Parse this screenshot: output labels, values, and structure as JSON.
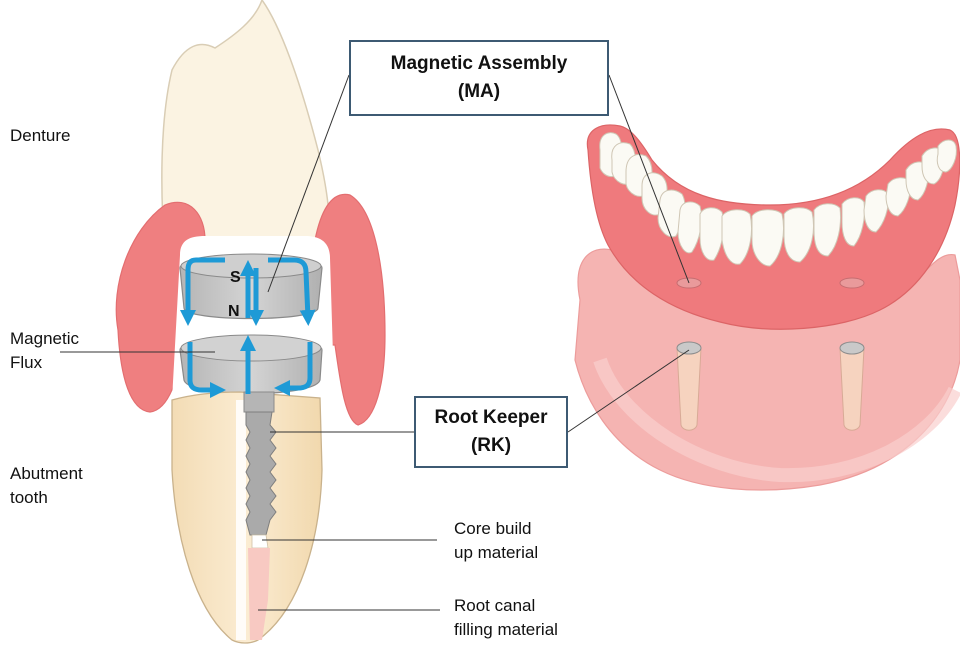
{
  "labels": {
    "denture": "Denture",
    "magnetic_flux": [
      "Magnetic",
      "Flux"
    ],
    "abutment_tooth": [
      "Abutment",
      "tooth"
    ],
    "core_build_up": [
      "Core build",
      "up material"
    ],
    "root_canal_filling": [
      "Root canal",
      "filling material"
    ]
  },
  "boxes": {
    "magnetic_assembly": [
      "Magnetic Assembly",
      "(MA)"
    ],
    "root_keeper": [
      "Root Keeper",
      "(RK)"
    ]
  },
  "poles": {
    "south": "S",
    "north": "N"
  },
  "colors": {
    "gum": "#ef7f80",
    "gum_light": "#f7b2b0",
    "tooth": "#fbf3e2",
    "root": "#f6e3c0",
    "magnet": "#c8c8c8",
    "flux_arrow": "#1e9ad6",
    "box_border": "#3d5a73"
  }
}
